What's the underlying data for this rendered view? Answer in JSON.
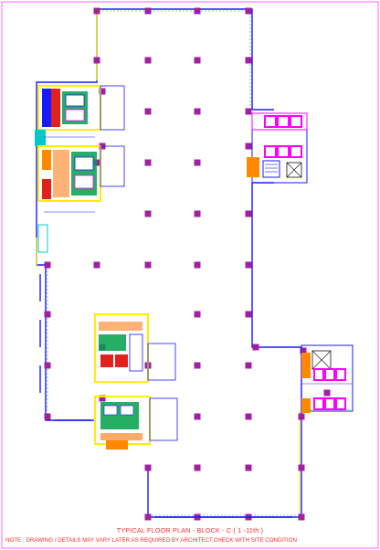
{
  "drawing": {
    "title": "TYPICAL FLOOR PLAN - BLOCK -  C ( 1 -11th )",
    "note": "NOTE : DRAWING / DETAILS MAY VARY LATER AS REQUIRED BY ARCHITECT,CHECK WITH SITE CONDITION"
  },
  "colors": {
    "sheet_border": "#ff66ff",
    "column": "#a020a0",
    "wall": "#1a1aff",
    "core_outline": "#ffee00",
    "stair_red": "#e0221c",
    "stair_orange": "#ff8800",
    "toilet_green": "#00a04a",
    "cyan": "#00c8d0",
    "text_red": "#ff2a2a"
  },
  "icons": [
    "column-marker",
    "staircase-symbol",
    "lift-symbol",
    "toilet-block-symbol"
  ]
}
